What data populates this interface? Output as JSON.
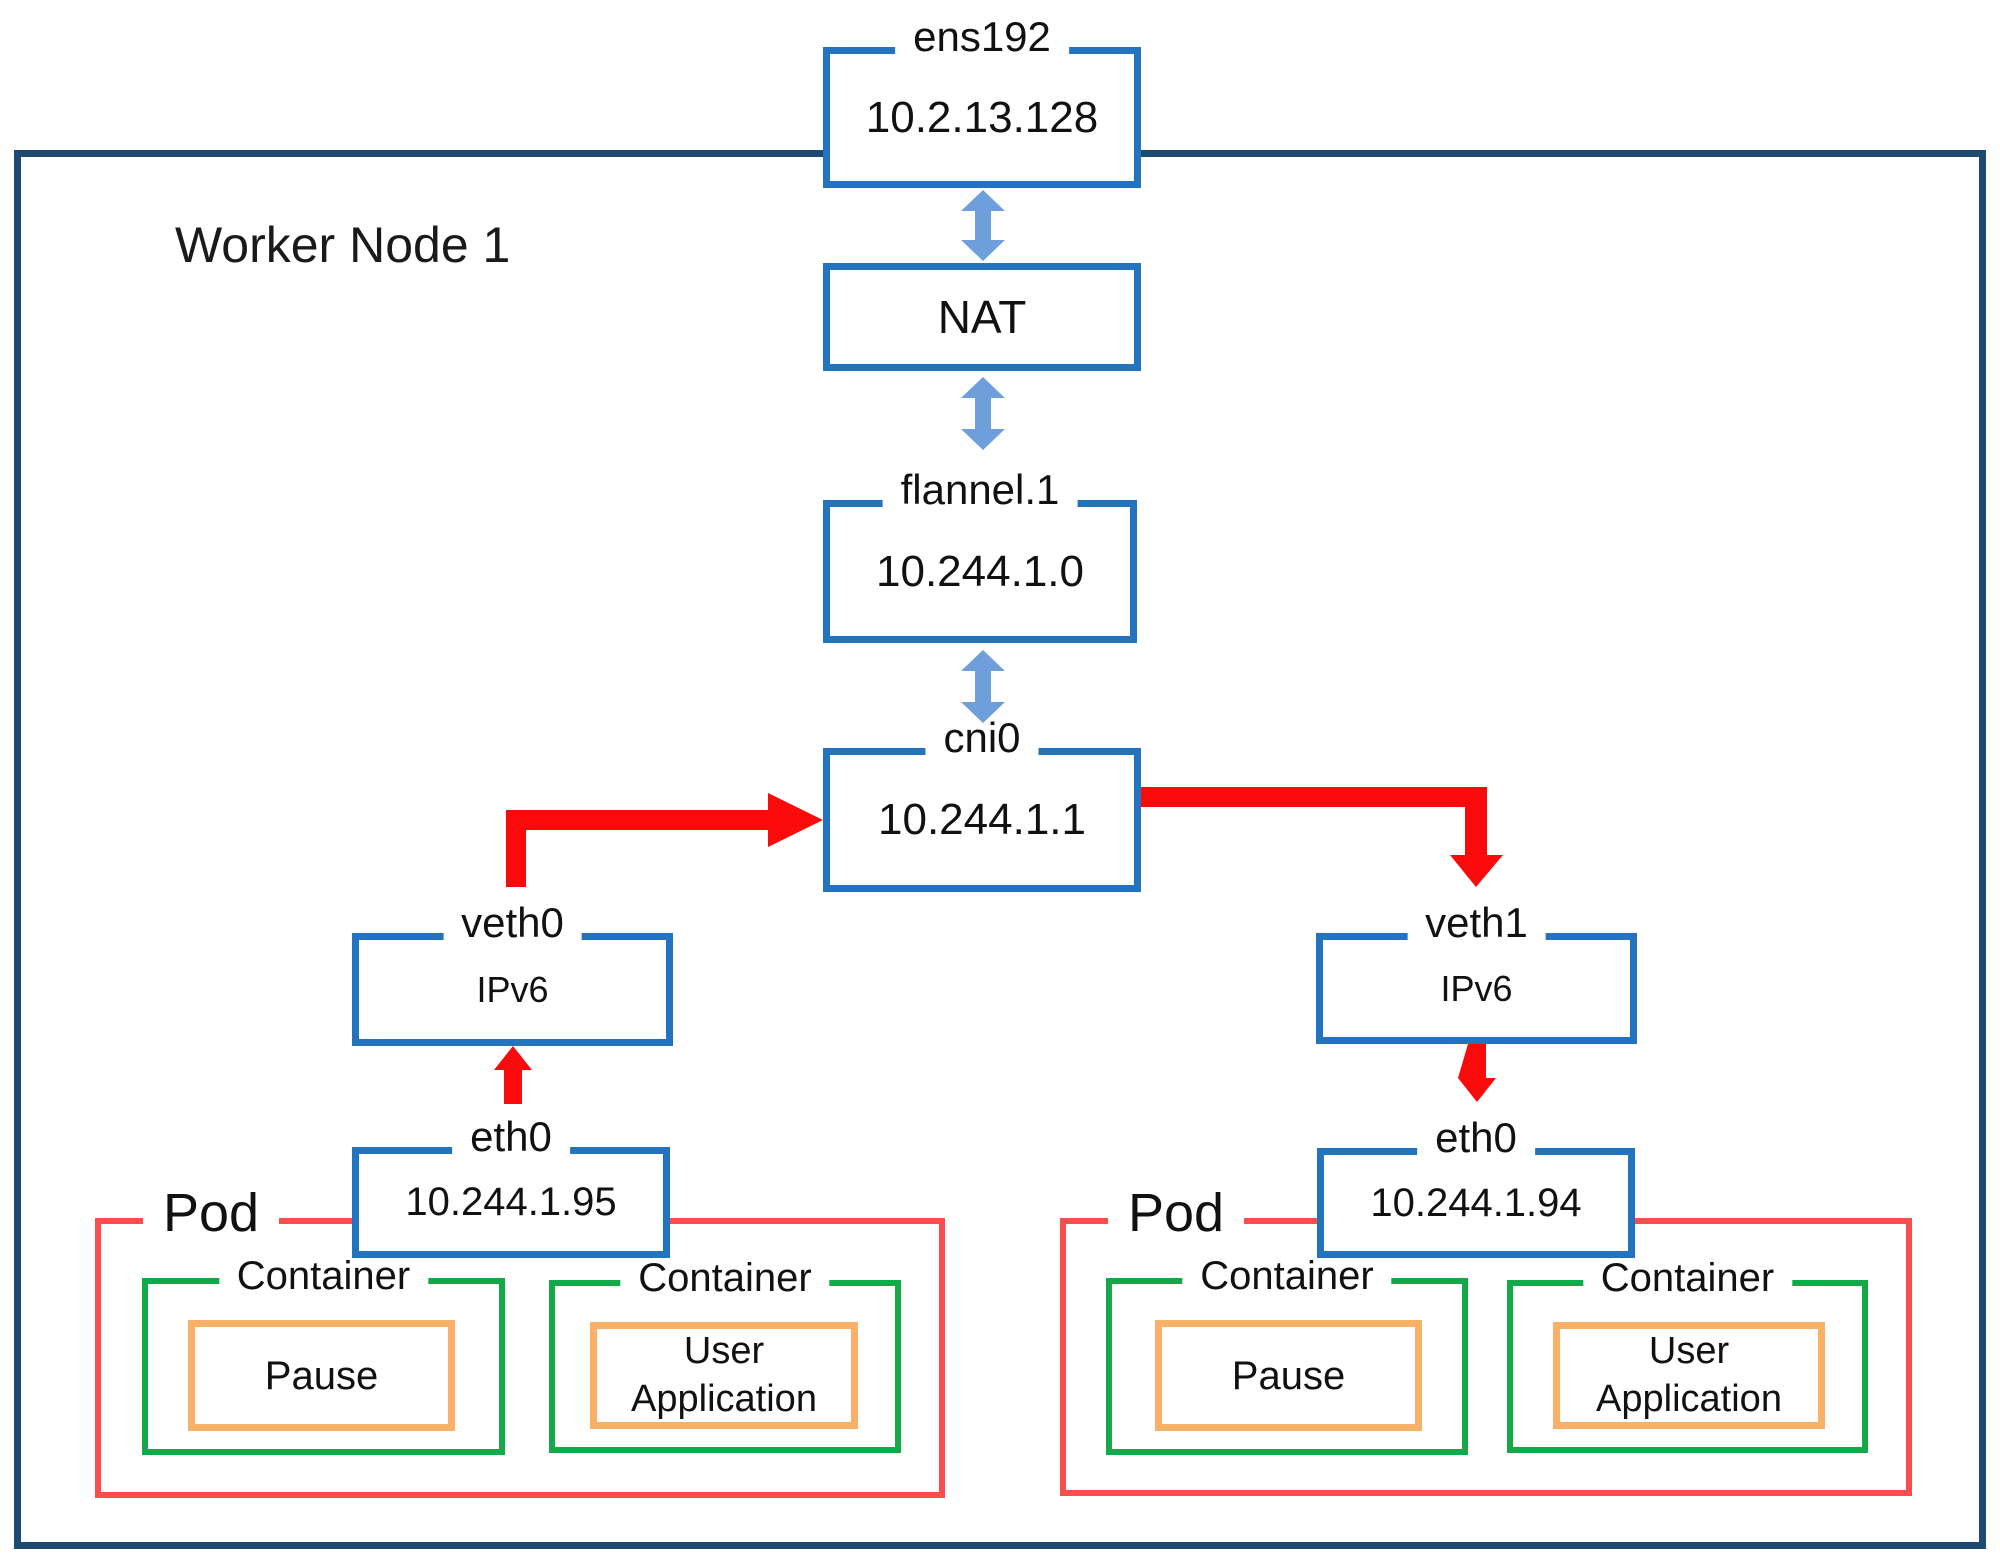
{
  "title": "Worker Node 1",
  "network": {
    "ens192": {
      "name": "ens192",
      "ip": "10.2.13.128"
    },
    "nat": {
      "name": "NAT"
    },
    "flannel": {
      "name": "flannel.1",
      "ip": "10.244.1.0"
    },
    "cni0": {
      "name": "cni0",
      "ip": "10.244.1.1"
    },
    "veth0": {
      "name": "veth0",
      "ip": "IPv6"
    },
    "veth1": {
      "name": "veth1",
      "ip": "IPv6"
    },
    "eth0_left": {
      "name": "eth0",
      "ip": "10.244.1.95"
    },
    "eth0_right": {
      "name": "eth0",
      "ip": "10.244.1.94"
    }
  },
  "pods": {
    "left": {
      "name": "Pod",
      "container1": {
        "name": "Container",
        "app": "Pause"
      },
      "container2": {
        "name": "Container",
        "app": "User Application"
      }
    },
    "right": {
      "name": "Pod",
      "container1": {
        "name": "Container",
        "app": "Pause"
      },
      "container2": {
        "name": "Container",
        "app": "User Application"
      }
    }
  },
  "colors": {
    "box_blue": "#2473BE",
    "node_border": "#1D4A72",
    "arrow_blue": "#6F9FDA",
    "flow_red": "#FA0A0A",
    "pod_red": "#F94D4E",
    "container_green": "#13A848",
    "app_orange": "#F8B166"
  }
}
